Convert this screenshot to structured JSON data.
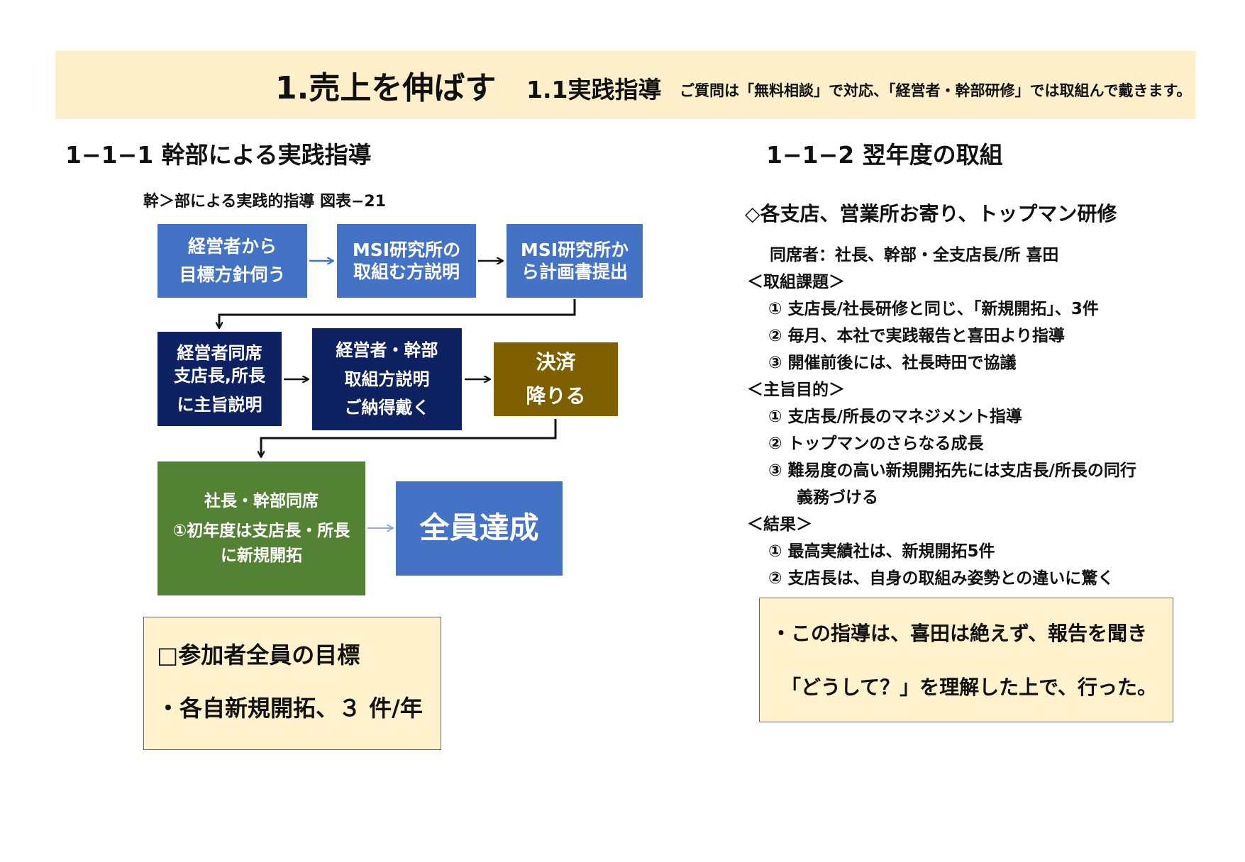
{
  "header": {
    "main_title": "1.売上を伸ばす",
    "sub_title": "1.1実践指導",
    "note": "ご質問は「無料相談」で対応、「経営者・幹部研修」では取組んで戴きます。"
  },
  "left": {
    "section_title": "1−1−1 幹部による実践指導",
    "figure_caption": "幹＞部による実践的指導 図表−21",
    "flow": {
      "box1": [
        "経営者から",
        "目標方針伺う"
      ],
      "box2": [
        "MSI研究所の",
        "取組む方説明"
      ],
      "box3": [
        "MSI研究所か",
        "ら計画書提出"
      ],
      "box4": [
        "経営者同席",
        "支店長,所長",
        "に主旨説明"
      ],
      "box5": [
        "経営者・幹部",
        "取組方説明",
        "ご納得戴く"
      ],
      "box6": [
        "決済",
        "降りる"
      ],
      "box7": [
        "社長・幹部同席",
        "①初年度は支店長・所長",
        "に新規開拓"
      ],
      "box8": [
        "全員達成"
      ]
    },
    "goal_box": {
      "heading": "□参加者全員の目標",
      "item": "・各自新規開拓、３ 件/年"
    }
  },
  "right": {
    "section_title": "1−1−2 翌年度の取組",
    "heading": "◇各支店、営業所お寄り、トップマン研修",
    "attendees": "同席者：社長、幹部・全支店長/所 喜田",
    "lines": [
      "＜取組課題＞",
      "① 支店長/社長研修と同じ、「新規開拓」、3件",
      "② 毎月、本社で実践報告と喜田より指導",
      "③ 開催前後には、社長時田で協議",
      "＜主旨目的＞",
      "① 支店長/所長のマネジメント指導",
      "② トップマンのさらなる成長",
      "③ 難易度の高い新規開拓先には支店長/所長の同行",
      "義務づける",
      "＜結果＞",
      "① 最高実績社は、新規開拓5件",
      "② 支店長は、自身の取組み姿勢との違いに驚く"
    ],
    "note_box": {
      "line1": "・この指導は、喜田は絶えず、報告を聞き",
      "line2": "「どうして？」を理解した上で、行った。"
    }
  },
  "colors": {
    "header_bg": "#fcefc9",
    "blue": "#4472c4",
    "navy": "#0e2160",
    "gold": "#7f6000",
    "green": "#548235",
    "note_bg": "#fff2cc"
  }
}
